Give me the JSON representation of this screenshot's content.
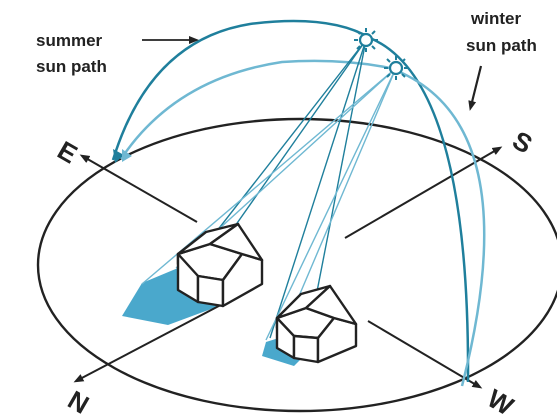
{
  "labels": {
    "summer_line1": "summer",
    "summer_line2": "sun path",
    "winter_line1": "winter",
    "winter_line2": "sun path"
  },
  "directions": {
    "east": "E",
    "south": "S",
    "north": "N",
    "west": "W"
  },
  "colors": {
    "summer_path": "#1f7f9c",
    "winter_path": "#6fb8d2",
    "shadow": "#4aa8cc",
    "ink": "#222222",
    "sun": "#1f7f9c"
  },
  "icons": {
    "sun": "sun-icon",
    "house": "house-icon"
  }
}
